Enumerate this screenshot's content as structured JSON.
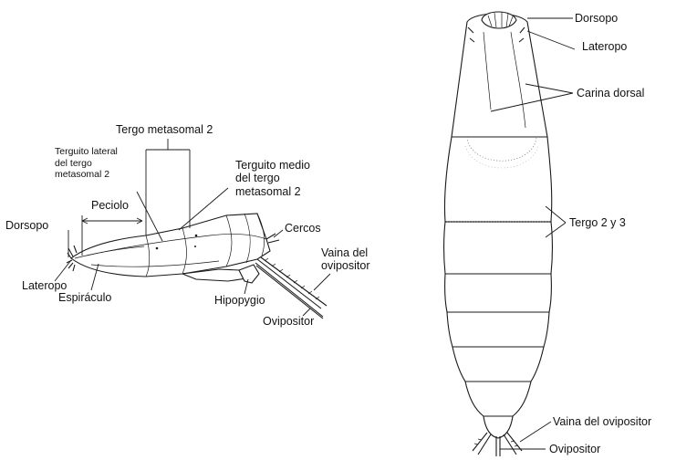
{
  "lateral_view": {
    "labels": {
      "tergo_metasomal_2": "Tergo metasomal 2",
      "terguito_lateral": [
        "Terguito lateral",
        "del tergo",
        "metasomal 2"
      ],
      "terguito_medio": [
        "Terguito medio",
        "del tergo",
        "metasomal 2"
      ],
      "peciolo": "Peciolo",
      "dorsopo": "Dorsopo",
      "laterópo": "Lateropo",
      "espiraculo": "Espiráculo",
      "hipopygio": "Hipopygio",
      "cercos": "Cercos",
      "vaina": [
        "Vaina del",
        "ovipositor"
      ],
      "ovipositor": "Ovipositor"
    }
  },
  "dorsal_view": {
    "labels": {
      "dorsopo": "Dorsopo",
      "lateropo": "Lateropo",
      "carina_dorsal": "Carina dorsal",
      "tergo_2_3": "Tergo 2 y 3",
      "vaina": "Vaina del ovipositor",
      "ovipositor": "Ovipositor"
    }
  }
}
